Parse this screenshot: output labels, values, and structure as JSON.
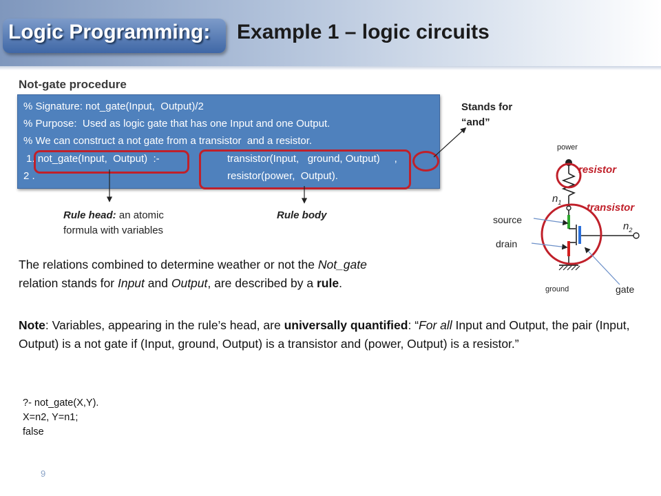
{
  "header": {
    "tab_title": "Logic Programming:",
    "main_title": "Example 1 – logic circuits"
  },
  "section_title": "Not-gate procedure",
  "code": {
    "line1": "% Signature: not_gate(Input,  Output)/2",
    "line2": "% Purpose:  Used as logic gate that has one Input and one Output.",
    "line3": "% We can construct a not gate from a transistor  and a resistor.",
    "line4a": " 1. not_gate(Input,  Output)  :-",
    "line4b": "transistor(Input,   ground, Output)     ,",
    "line5a": "2 .",
    "line5b": "resistor(power,  Output)."
  },
  "annotations": {
    "stands_for": "Stands for",
    "and": "“and”",
    "rule_head_bold": "Rule head:",
    "rule_head_text": " an atomic",
    "rule_head_text2": "formula with variables",
    "rule_body": "Rule body"
  },
  "paragraph1": {
    "p1": "The relations combined to determine weather or not the ",
    "not_gate": "Not_gate",
    "p2": "relation stands for ",
    "input": "Input",
    "and": " and ",
    "output": "Output",
    "p3": ", are described by a ",
    "rule": "rule",
    "end": "."
  },
  "paragraph2": {
    "note": "Note",
    "p1": ": Variables, appearing in the rule’s head, are ",
    "uq": "universally quantified",
    "p2": ":  “",
    "forall": "For all",
    "p3": " Input and Output, the pair (Input, Output) is a not gate if (Input, ground, Output) is a transistor and (power, Output) is a resistor.”"
  },
  "query": {
    "line1": "?- not_gate(X,Y).",
    "line2": "X=n2, Y=n1;",
    "line3": "false"
  },
  "diagram": {
    "power": "power",
    "resistor": "resistor",
    "transistor": "transistor",
    "n1": "n",
    "n1_sub": "1",
    "n2": "n",
    "n2_sub": "2",
    "source": "source",
    "drain": "drain",
    "ground": "ground",
    "gate": "gate"
  },
  "page_number": "9",
  "colors": {
    "code_bg": "#4f81bd",
    "highlight_red": "#c0202a",
    "tab_blue": "#3f67a6"
  }
}
